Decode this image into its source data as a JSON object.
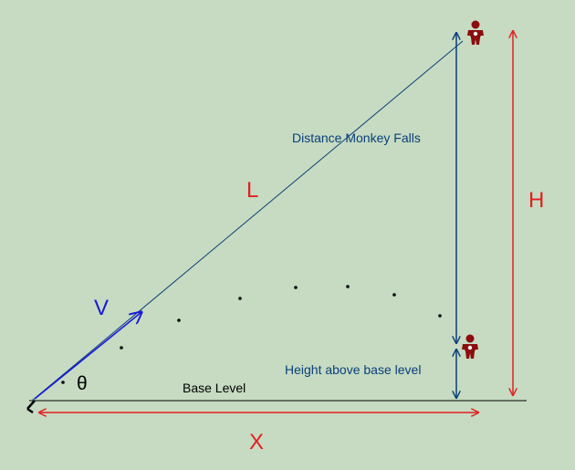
{
  "labels": {
    "velocity": "V",
    "angle": "θ",
    "line_of_sight": "L",
    "total_height": "H",
    "horizontal_distance": "X",
    "distance_monkey_falls": "Distance Monkey Falls",
    "height_above_base": "Height above base level",
    "base_level": "Base Level"
  },
  "colors": {
    "background": "#c6dbc2",
    "red": "#e02020",
    "blue": "#1a1ad8",
    "navy": "#0b3f7a",
    "monkey": "#8b0d0d",
    "black": "#000000"
  },
  "icons": {
    "monkey_top": "monkey-icon",
    "monkey_bottom": "monkey-icon",
    "launcher": "launcher-icon"
  }
}
